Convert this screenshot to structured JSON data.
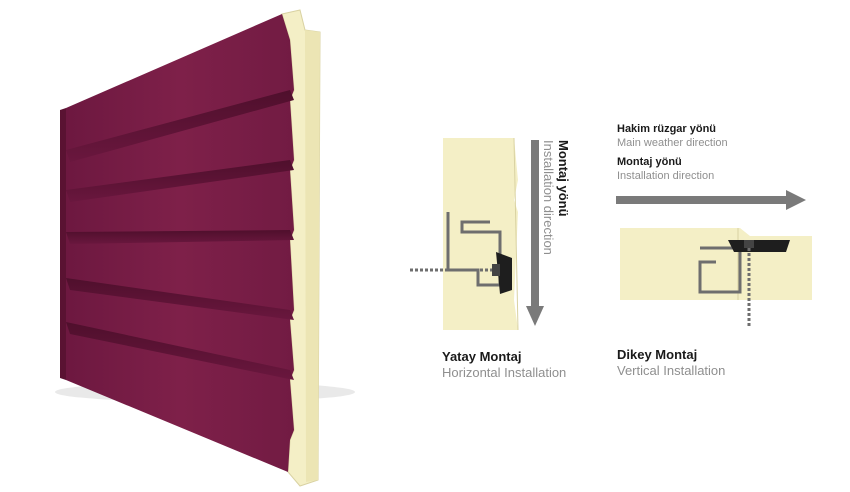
{
  "colors": {
    "panel_face": "#7a1f47",
    "panel_shadow": "#5a1232",
    "foam": "#f4efc6",
    "arrow": "#7a7a7a",
    "steel": "#6e6e6e",
    "text_primary": "#1a1a1a",
    "text_secondary": "#8f8f8f"
  },
  "horizontal": {
    "direction_tr": "Montaj yönü",
    "direction_en": "Installation direction",
    "title_tr": "Yatay Montaj",
    "title_en": "Horizontal Installation"
  },
  "vertical": {
    "wind_tr": "Hakim rüzgar yönü",
    "wind_en": "Main weather direction",
    "direction_tr": "Montaj yönü",
    "direction_en": "Installation direction",
    "title_tr": "Dikey Montaj",
    "title_en": "Vertical Installation"
  },
  "icons": [
    "down-arrow-icon",
    "right-arrow-icon",
    "screw-icon"
  ]
}
